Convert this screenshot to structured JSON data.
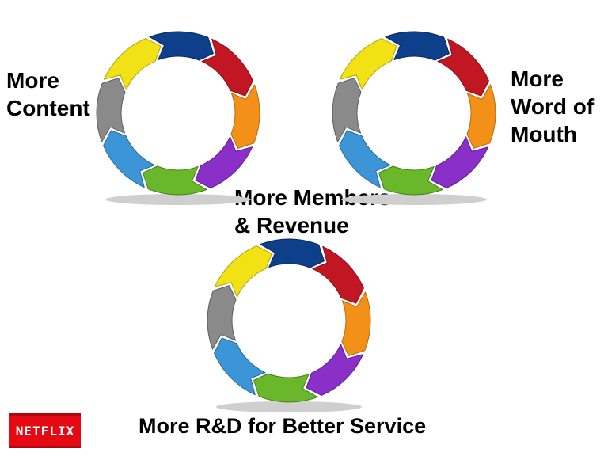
{
  "labels": {
    "content": [
      "More",
      "Content"
    ],
    "word_of_mouth": [
      "More",
      "Word of",
      "Mouth"
    ],
    "members": [
      "More Members",
      "& Revenue"
    ],
    "rnd": "More R&D for Better Service"
  },
  "cycle": {
    "segment_colors": [
      "#0d3f8a",
      "#c01722",
      "#f39018",
      "#8a2fc7",
      "#6ab72c",
      "#3b95d6",
      "#8a8a8a",
      "#f2e114"
    ],
    "stroke_colors": [
      "#082a5c",
      "#8a0f17",
      "#b86a10",
      "#5e1f89",
      "#46801e",
      "#2269a0",
      "#5e5e5e",
      "#b0a40d"
    ],
    "shadow_color": "#cfcfcf"
  },
  "logo": {
    "text": "NETFLIX",
    "color": "#e50914"
  }
}
